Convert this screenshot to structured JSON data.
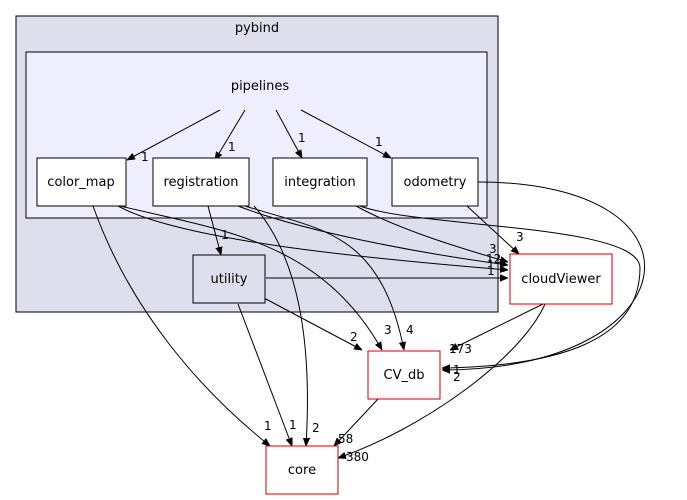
{
  "clusters": {
    "outer": {
      "label": "pybind",
      "fill": "#dedeec"
    },
    "inner": {
      "label": "pipelines",
      "fill": "#eeeefe"
    }
  },
  "nodes": {
    "color_map": "color_map",
    "registration": "registration",
    "integration": "integration",
    "odometry": "odometry",
    "utility": "utility",
    "cloudViewer": "cloudViewer",
    "cv_db": "CV_db",
    "core": "core"
  },
  "edge_labels": {
    "pipelines_color_map": "1",
    "pipelines_registration": "1",
    "pipelines_integration": "1",
    "pipelines_odometry": "1",
    "registration_utility": "1",
    "odometry_cloudViewer": "3",
    "cloudViewer_in_a": "3",
    "cloudViewer_in_b": "12",
    "cloudViewer_in_c": "1",
    "cloudViewer_in_d": "1",
    "utility_cv_db": "2",
    "color_map_cv_db": "3",
    "registration_cv_db": "4",
    "cloudViewer_cv_db": "173",
    "odometry_cv_db": "1",
    "integration_cv_db": "2",
    "color_map_core": "1",
    "utility_core": "1",
    "registration_core": "2",
    "cv_db_core": "58",
    "cloudViewer_core": "380"
  },
  "colors": {
    "node_border_black": "#000000",
    "node_border_red": "#cc0000",
    "edge": "#000000"
  }
}
